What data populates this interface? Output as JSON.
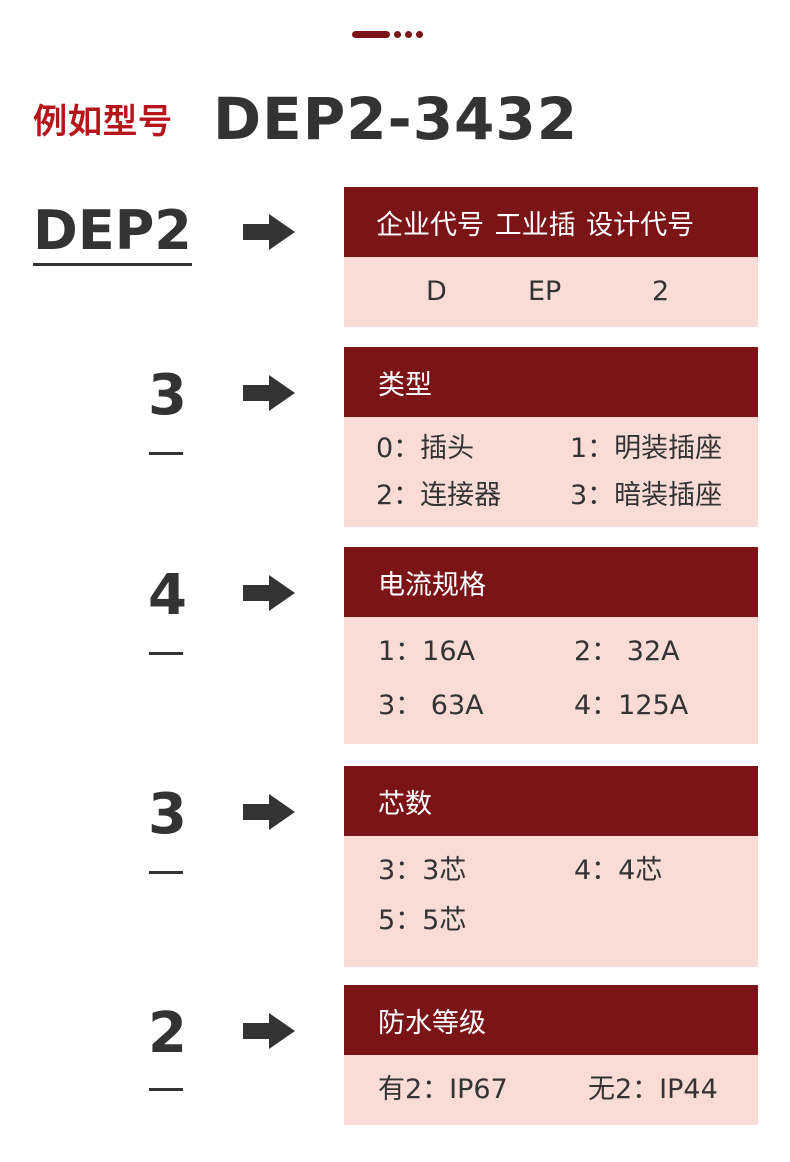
{
  "headline": {
    "label": "例如型号",
    "code": "DEP2-3432"
  },
  "colors": {
    "accent": "#7b1417",
    "label_red": "#b5161c",
    "body_bg": "#f9dcd5",
    "text": "#333333"
  },
  "icons": [
    "arrow-right-icon"
  ],
  "sections": [
    {
      "code": "DEP2",
      "header": "企业代号  工业插  设计代号",
      "cells": [
        "D",
        "EP",
        "2"
      ]
    },
    {
      "code": "3",
      "header": "类型",
      "cells": [
        "0：插头",
        "1：明装插座",
        "2：连接器",
        "3：暗装插座"
      ]
    },
    {
      "code": "4",
      "header": "电流规格",
      "cells": [
        "1：16A",
        "2： 32A",
        "3： 63A",
        "4：125A"
      ]
    },
    {
      "code": "3",
      "header": "芯数",
      "cells": [
        "3：3芯",
        "4：4芯",
        "5：5芯"
      ]
    },
    {
      "code": "2",
      "header": "防水等级",
      "cells": [
        "有2：IP67",
        "无2：IP44"
      ]
    }
  ]
}
